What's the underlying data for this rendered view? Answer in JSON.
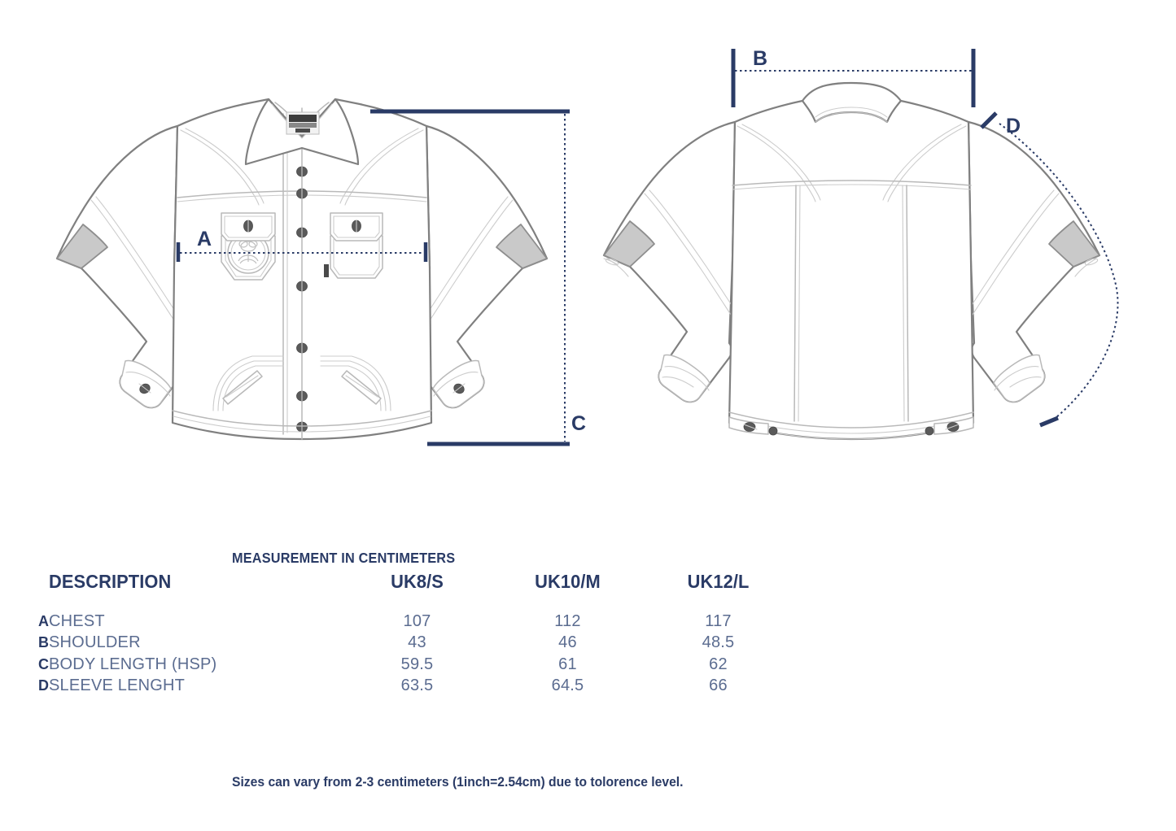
{
  "spec": {
    "title": "MEASUREMENT IN CENTIMETERS",
    "headers": {
      "letter": "",
      "description": "DESCRIPTION",
      "size1": "UK8/S",
      "size2": "UK10/M",
      "size3": "UK12/L"
    },
    "rows": [
      {
        "letter": "A",
        "description": "CHEST",
        "size1": "107",
        "size2": "112",
        "size3": "117"
      },
      {
        "letter": "B",
        "description": "SHOULDER",
        "size1": "43",
        "size2": "46",
        "size3": "48.5"
      },
      {
        "letter": "C",
        "description": "BODY LENGTH (HSP)",
        "size1": "59.5",
        "size2": "61",
        "size3": "62"
      },
      {
        "letter": "D",
        "description": "SLEEVE LENGHT",
        "size1": "63.5",
        "size2": "64.5",
        "size3": "66"
      }
    ],
    "footnote": "Sizes can vary from 2-3 centimeters (1inch=2.54cm) due to tolorence level."
  },
  "diagram": {
    "front_view_label": "Jacket front technical flat",
    "back_view_label": "Jacket back technical flat",
    "markers": {
      "a": "A",
      "b": "B",
      "c": "C",
      "d": "D"
    }
  },
  "colors": {
    "navy": "#2a3b66",
    "body_text": "#5b6c90",
    "garment_outline": "#808080",
    "garment_detail": "#b8b8b8",
    "patch_fill": "#c9c9c9",
    "button": "#595959",
    "background": "#ffffff"
  }
}
